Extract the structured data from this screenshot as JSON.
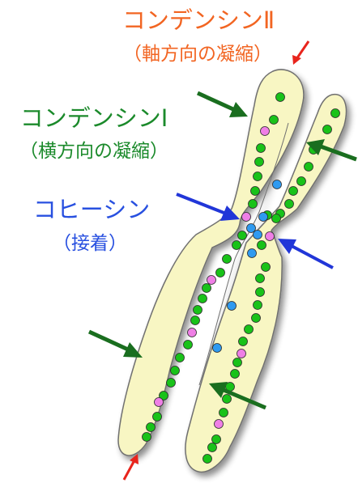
{
  "labels": {
    "condensin2_title": "コンデンシンⅡ",
    "condensin2_sub": "（軸方向の凝縮）",
    "condensin1_title": "コンデンシンⅠ",
    "condensin1_sub": "（横方向の凝縮）",
    "cohesin_title": "コヒーシン",
    "cohesin_sub": "（接着）"
  },
  "colors": {
    "condensin2": "#f26522",
    "condensin1": "#1b8a2b",
    "cohesin": "#2850e0",
    "chromatid_fill": "#f8f6c3",
    "chromatid_stroke": "#6f6f6f",
    "dot_green": "#19c219",
    "dot_pink": "#ef7fe6",
    "dot_blue": "#2f9af0",
    "arrow_red": "#e8241c",
    "arrow_green": "#1a6e1f",
    "arrow_blue": "#2136d8"
  }
}
